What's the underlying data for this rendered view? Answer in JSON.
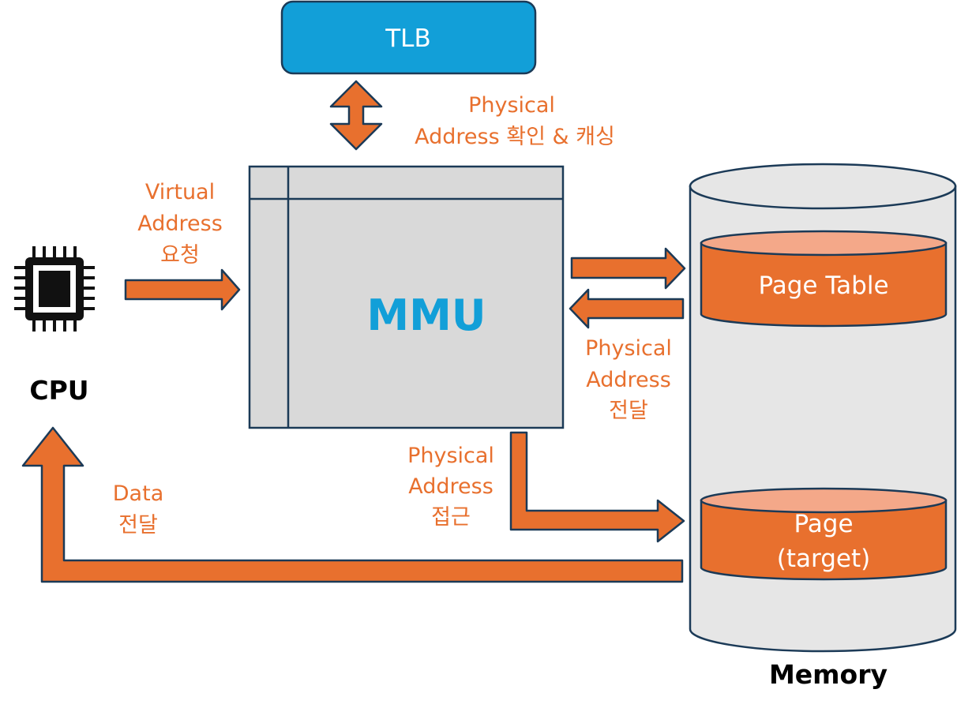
{
  "tlb": {
    "label": "TLB",
    "color": "#129fd8"
  },
  "mmu": {
    "label": "MMU",
    "color": "#129fd8"
  },
  "cpu": {
    "label": "CPU",
    "icon": "cpu-chip-icon"
  },
  "memory": {
    "label": "Memory",
    "page_table": "Page Table",
    "page_line1": "Page",
    "page_line2": "(target)"
  },
  "labels": {
    "tlb_check": [
      "Physical",
      "Address 확인 & 캐싱"
    ],
    "virtual_request": [
      "Virtual",
      "Address",
      "요청"
    ],
    "physical_deliver": [
      "Physical",
      "Address",
      "전달"
    ],
    "physical_access": [
      "Physical",
      "Address",
      "접근"
    ],
    "data_deliver": [
      "Data",
      "전달"
    ]
  },
  "colors": {
    "arrow": "#e8702e",
    "arrow_border": "#1b3a57",
    "box_fill": "#d9d9d9",
    "cylinder_fill": "#e6e6e6"
  }
}
